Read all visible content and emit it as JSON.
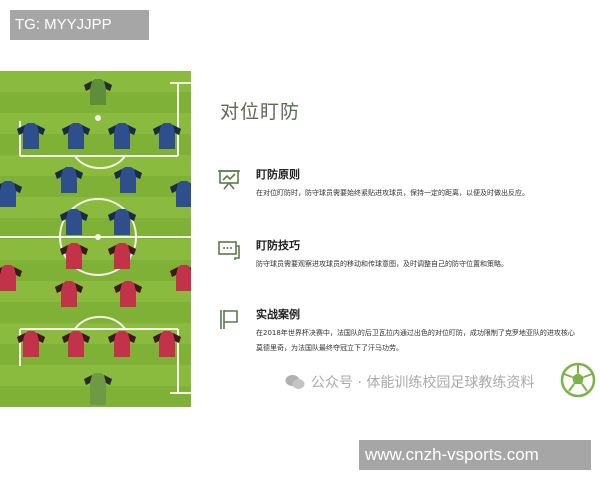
{
  "top_badge": {
    "text": "TG: MYYJJPP"
  },
  "pitch": {
    "team_top": {
      "color": "#2e4e8c",
      "goalkeeper_color": "#5f8e3a"
    },
    "team_bottom": {
      "color": "#c2334a",
      "goalkeeper_color": "#6d9a43"
    }
  },
  "main_title": "对位盯防",
  "sections": [
    {
      "icon": "presentation-chart-icon",
      "title": "盯防原则",
      "desc": "在对位盯防时，防守球员需要始终紧贴进攻球员，保持一定的距离，以便及时做出反应。"
    },
    {
      "icon": "chat-bubbles-icon",
      "title": "盯防技巧",
      "desc": "防守球员需要观察进攻球员的移动和传球意图，及时调整自己的防守位置和策略。"
    },
    {
      "icon": "flag-icon",
      "title": "实战案例",
      "desc": "在2018年世界杯决赛中，法国队的后卫瓦拉内通过出色的对位盯防，成功限制了克罗地亚队的进攻核心莫德里奇，为法国队最终夺冠立下了汗马功劳。"
    }
  ],
  "watermark": {
    "text": "公众号 · 体能训练校园足球教练资料"
  },
  "bottom_badge": {
    "text": "www.cnzh-vsports.com"
  },
  "colors": {
    "accent_green": "#5d7a4a",
    "title_gray_green": "#5d6b55"
  }
}
